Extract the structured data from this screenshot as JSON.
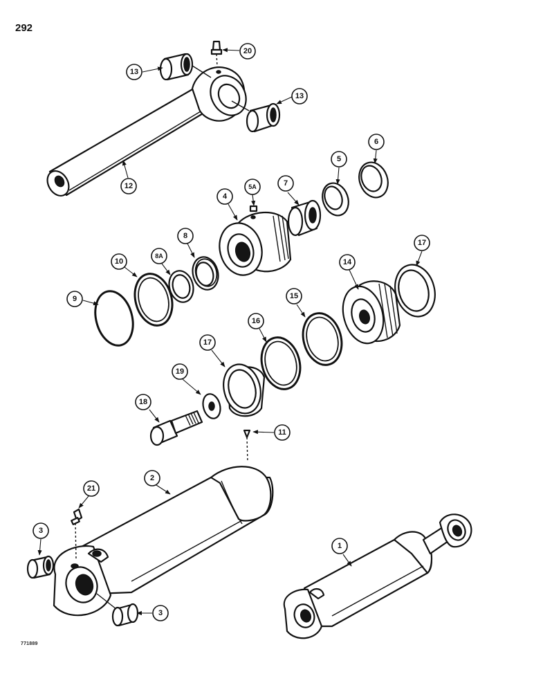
{
  "page_number": "292",
  "figure_code": "771889",
  "callouts": {
    "c1": "1",
    "c2": "2",
    "c3a": "3",
    "c3b": "3",
    "c4": "4",
    "c5": "5",
    "c5a": "5A",
    "c6": "6",
    "c7": "7",
    "c8": "8",
    "c8a": "8A",
    "c9": "9",
    "c10": "10",
    "c11": "11",
    "c12": "12",
    "c13a": "13",
    "c13b": "13",
    "c14": "14",
    "c15": "15",
    "c16": "16",
    "c17a": "17",
    "c17b": "17",
    "c18": "18",
    "c19": "19",
    "c20": "20",
    "c21": "21"
  }
}
